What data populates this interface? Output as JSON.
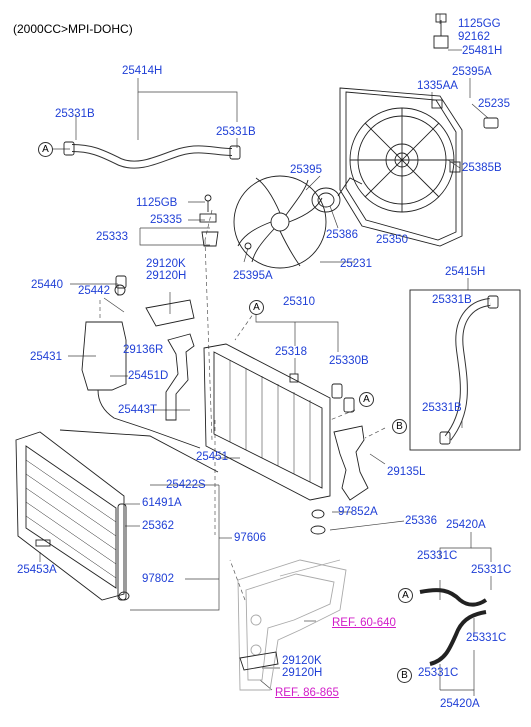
{
  "header": {
    "variant": "(2000CC>MPI-DOHC)"
  },
  "callouts": {
    "a": "A",
    "b": "B"
  },
  "refs": {
    "front_end": "REF. 60-640",
    "body": "REF. 86-865"
  },
  "parts": {
    "p1125GG": "1125GG",
    "p92162": "92162",
    "p25481H": "25481H",
    "p25395A": "25395A",
    "p1335AA": "1335AA",
    "p25235": "25235",
    "p25385B": "25385B",
    "p25395": "25395",
    "p25386": "25386",
    "p25350": "25350",
    "p25231": "25231",
    "p25414H": "25414H",
    "p25331B": "25331B",
    "p1125GB": "1125GB",
    "p25335": "25335",
    "p25333": "25333",
    "p25440": "25440",
    "p25442": "25442",
    "p29120K": "29120K",
    "p29120H": "29120H",
    "p25310": "25310",
    "p29136R": "29136R",
    "p25318": "25318",
    "p25330B": "25330B",
    "p25431": "25431",
    "p25451D": "25451D",
    "p25443T": "25443T",
    "p25451": "25451",
    "p25415H": "25415H",
    "p29135L": "29135L",
    "p25422S": "25422S",
    "p61491A": "61491A",
    "p25362": "25362",
    "p97606": "97606",
    "p97852A": "97852A",
    "p25336": "25336",
    "p25420A": "25420A",
    "p25453A": "25453A",
    "p97802": "97802",
    "p25331C": "25331C"
  }
}
